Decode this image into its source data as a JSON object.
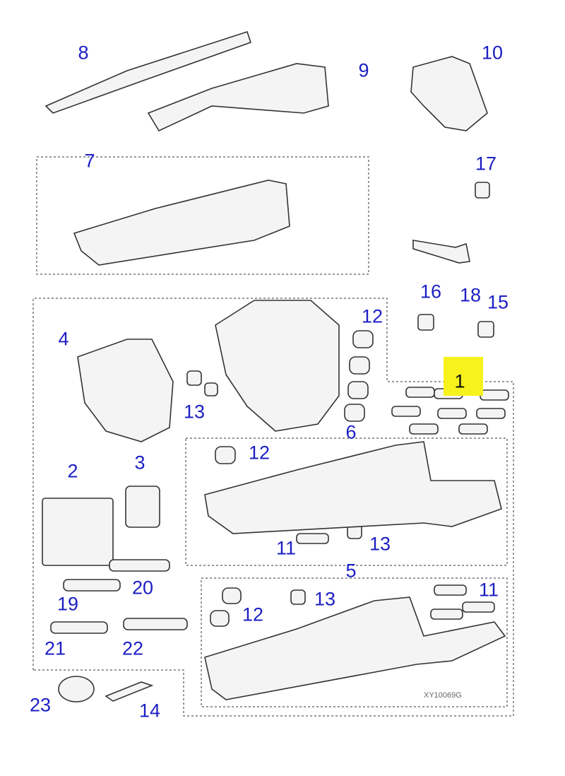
{
  "diagram": {
    "drawing_code": "XY10069G",
    "highlight_color": "#f7f21c",
    "label_color": "#1c1fc4",
    "callouts": [
      {
        "id": "c8",
        "text": "8"
      },
      {
        "id": "c9",
        "text": "9"
      },
      {
        "id": "c10",
        "text": "10"
      },
      {
        "id": "c7",
        "text": "7"
      },
      {
        "id": "c17",
        "text": "17"
      },
      {
        "id": "c16",
        "text": "16"
      },
      {
        "id": "c18",
        "text": "18"
      },
      {
        "id": "c15",
        "text": "15"
      },
      {
        "id": "c12a",
        "text": "12"
      },
      {
        "id": "c4",
        "text": "4"
      },
      {
        "id": "c1",
        "text": "1"
      },
      {
        "id": "c13a",
        "text": "13"
      },
      {
        "id": "c6",
        "text": "6"
      },
      {
        "id": "c12b",
        "text": "12"
      },
      {
        "id": "c2",
        "text": "2"
      },
      {
        "id": "c3",
        "text": "3"
      },
      {
        "id": "c11a",
        "text": "11"
      },
      {
        "id": "c13b",
        "text": "13"
      },
      {
        "id": "c5",
        "text": "5"
      },
      {
        "id": "c20",
        "text": "20"
      },
      {
        "id": "c11b",
        "text": "11"
      },
      {
        "id": "c19",
        "text": "19"
      },
      {
        "id": "c13c",
        "text": "13"
      },
      {
        "id": "c12c",
        "text": "12"
      },
      {
        "id": "c21",
        "text": "21"
      },
      {
        "id": "c22",
        "text": "22"
      },
      {
        "id": "c23",
        "text": "23"
      },
      {
        "id": "c14",
        "text": "14"
      }
    ]
  }
}
